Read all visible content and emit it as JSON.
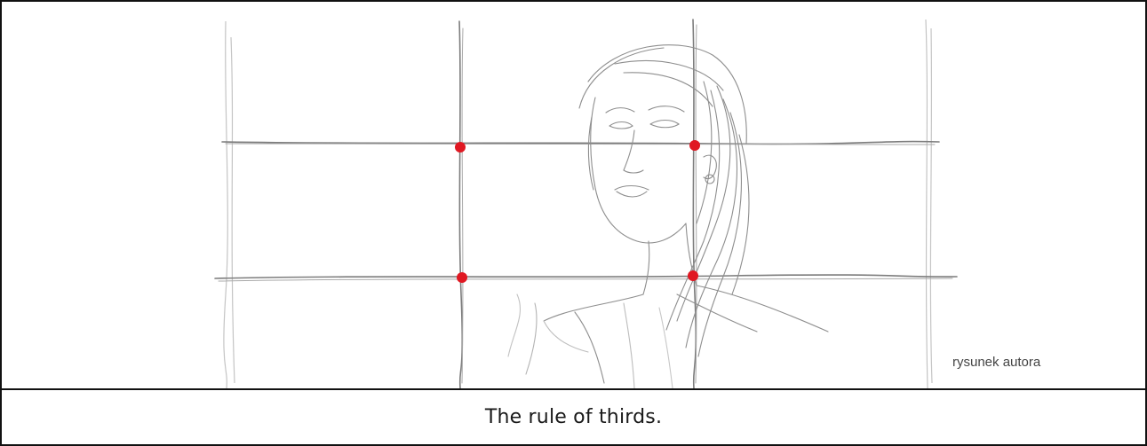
{
  "figure": {
    "illustration": "pencil-sketch-woman-rule-of-thirds",
    "credit": "rysunek autora",
    "guide_line_color": "#7a7a7a",
    "intersection_color": "#e01822",
    "sketch_color": "#8a8a8a"
  },
  "caption": {
    "text": "The rule of thirds."
  }
}
